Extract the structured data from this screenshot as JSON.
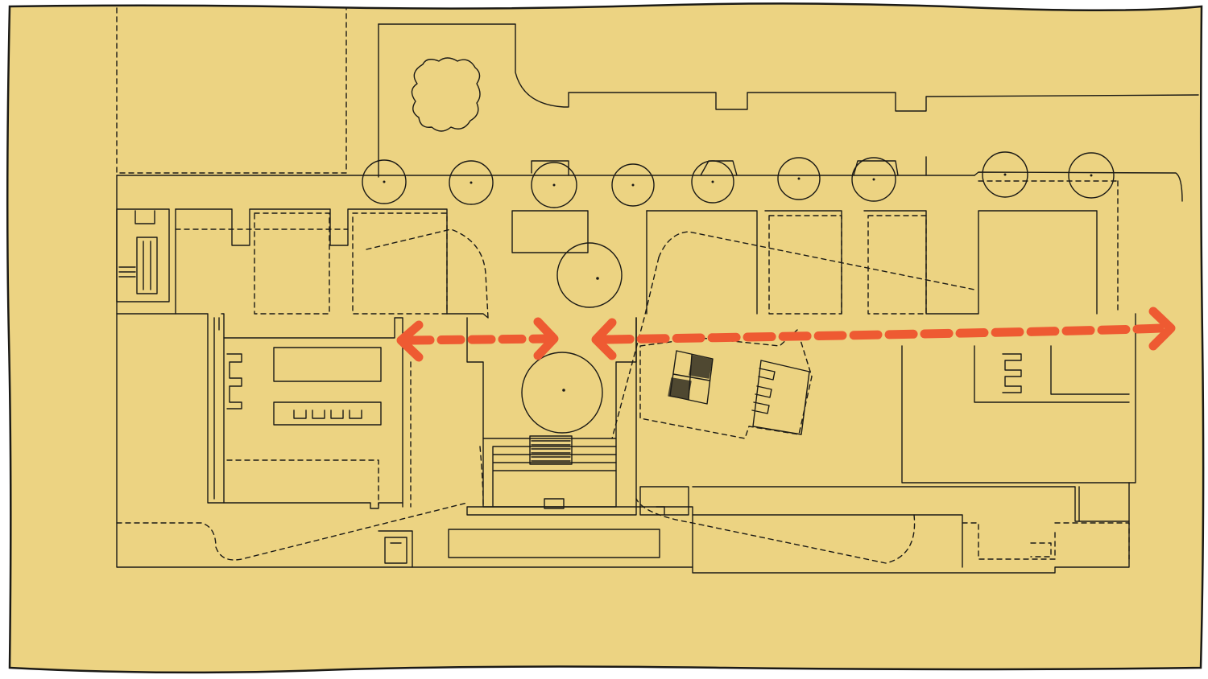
{
  "colors": {
    "paper": "#ecd382",
    "ink": "#1b1a16",
    "arrow": "#ee5a32",
    "background": "#ffffff"
  },
  "diagram": {
    "tree_count": 12,
    "arrows": [
      {
        "direction": "bidirectional",
        "style": "dashed"
      },
      {
        "direction": "bidirectional",
        "style": "dashed"
      }
    ]
  }
}
